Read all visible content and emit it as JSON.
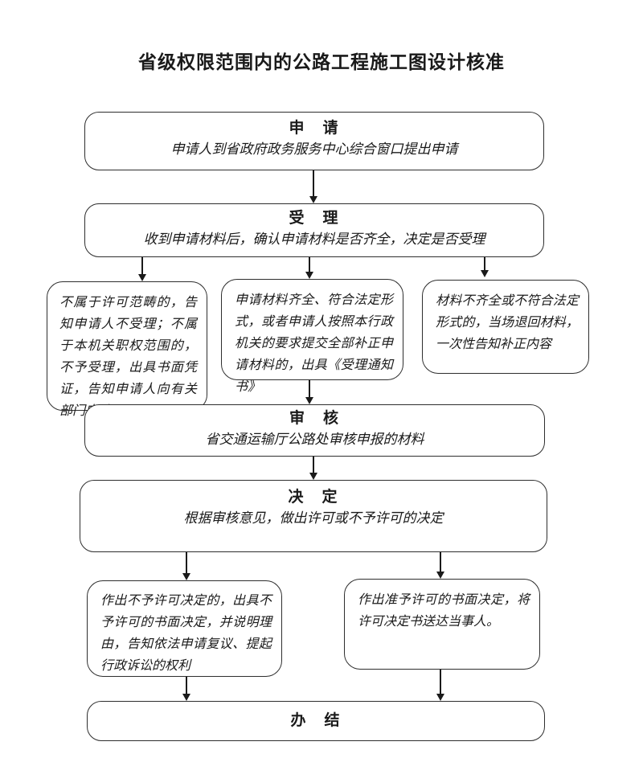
{
  "title": "省级权限范围内的公路工程施工图设计核准",
  "colors": {
    "ink": "#1a1a1a",
    "border": "#2e2e2e",
    "background": "#ffffff"
  },
  "nodes": {
    "apply": {
      "heading": "申　请",
      "body": "申请人到省政府政务服务中心综合窗口提出申请"
    },
    "accept": {
      "heading": "受　理",
      "body": "收到申请材料后，确认申请材料是否齐全，决定是否受理"
    },
    "reject_branch": {
      "body": "不属于许可范畴的，告知申请人不受理；不属于本机关职权范围的，不予受理，出具书面凭证，告知申请人向有关部门申请"
    },
    "accept_branch": {
      "body": "申请材料齐全、符合法定形式，或者申请人按照本行政机关的要求提交全部补正申请材料的，出具《受理通知书》"
    },
    "return_branch": {
      "body": "材料不齐全或不符合法定形式的，当场退回材料，一次性告知补正内容"
    },
    "review": {
      "heading": "审　核",
      "body": "省交通运输厅公路处审核申报的材料"
    },
    "decision": {
      "heading": "决　定",
      "body": "根据审核意见，做出许可或不予许可的决定"
    },
    "deny_branch": {
      "body": "作出不予许可决定的，出具不予许可的书面决定，并说明理由，告知依法申请复议、提起行政诉讼的权利"
    },
    "grant_branch": {
      "body": "作出准予许可的书面决定，将许可决定书送达当事人。"
    },
    "complete": {
      "heading": "办　结"
    }
  }
}
